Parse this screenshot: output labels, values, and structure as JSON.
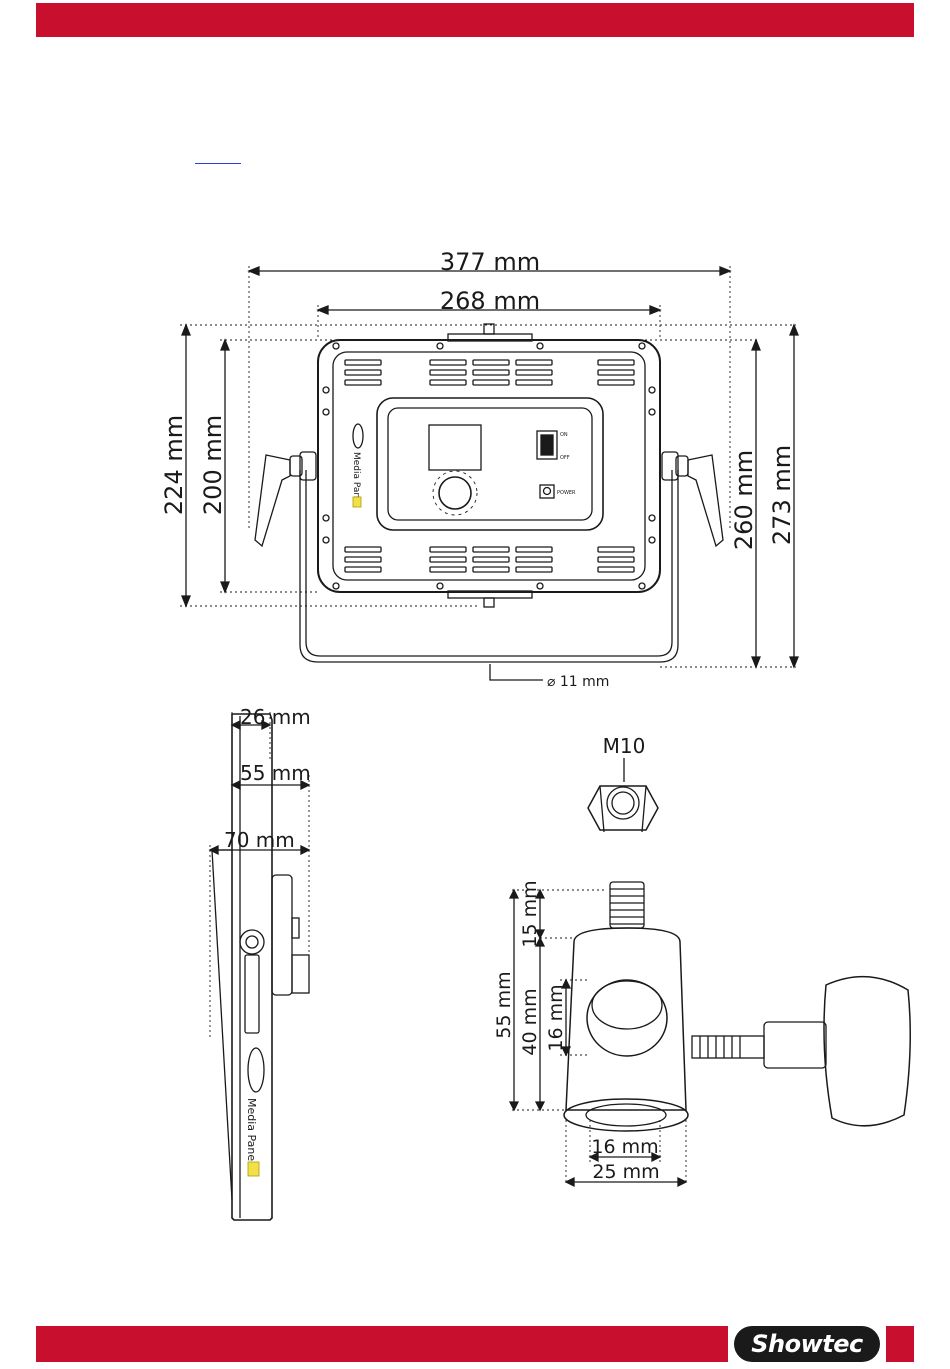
{
  "header": {
    "bar_color": "#c8102e"
  },
  "front_view": {
    "width_overall": "377 mm",
    "width_panel": "268 mm",
    "height_left_outer": "224 mm",
    "height_left_inner": "200 mm",
    "height_right_inner": "260 mm",
    "height_right_outer": "273 mm",
    "pipe_diameter": "⌀ 11 mm",
    "power_switch_on": "ON",
    "power_switch_off": "OFF",
    "power_connector": "POWER",
    "product_name": "Media Panel"
  },
  "side_view": {
    "depth_panel": "26 mm",
    "depth_with_rear": "55 mm",
    "depth_with_handle": "70 mm",
    "product_name": "Media Panel"
  },
  "nut": {
    "thread_label": "M10"
  },
  "adapter": {
    "thread_length": "15 mm",
    "total_height": "55 mm",
    "body_height": "40 mm",
    "hole_diameter": "16 mm",
    "inner_diameter": "16 mm",
    "outer_diameter": "25 mm"
  },
  "footer": {
    "bar_color": "#c8102e",
    "brand_logo": "Showtec"
  }
}
